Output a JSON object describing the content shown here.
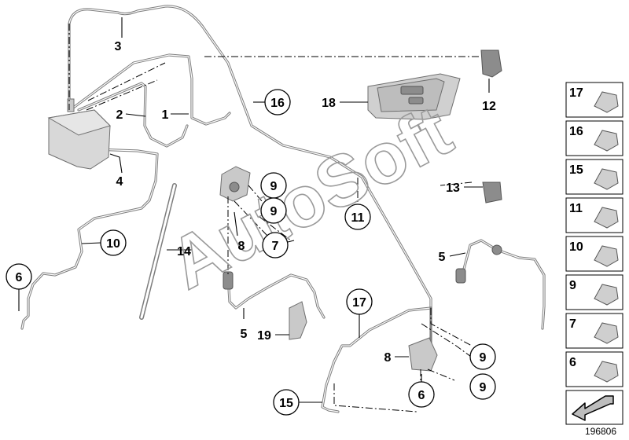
{
  "callouts": {
    "c1": "1",
    "c2": "2",
    "c3": "3",
    "c4": "4",
    "c5a": "5",
    "c5b": "5",
    "c6a": "6",
    "c6b": "6",
    "c7": "7",
    "c8a": "8",
    "c8b": "8",
    "c9a": "9",
    "c9b": "9",
    "c9c": "9",
    "c9d": "9",
    "c10": "10",
    "c11": "11",
    "c12": "12",
    "c13": "13",
    "c14": "14",
    "c15": "15",
    "c16": "16",
    "c17": "17",
    "c18": "18",
    "c19": "19"
  },
  "legend": [
    "17",
    "16",
    "15",
    "11",
    "10",
    "9",
    "7",
    "6"
  ],
  "watermark": "AutoSoft",
  "diagram_id": "196806",
  "icons": {
    "abs_unit": "hydraulic-unit-icon",
    "cover": "cover-panel-icon",
    "bracket": "bracket-icon",
    "nav": "arrow-icon"
  }
}
